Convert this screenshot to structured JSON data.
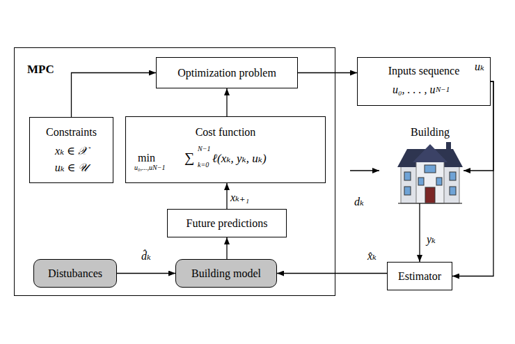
{
  "diagram": {
    "nodes": [
      {
        "text": [
          "MPC"
        ]
      },
      {
        "text": [
          "Optimization problem"
        ],
        "in": 0
      },
      {
        "text": [
          "Constraints",
          "xₖ ∈ 𝒳",
          "uₖ ∈ 𝒰"
        ],
        "in": 0
      },
      {
        "text": [
          "Cost function",
          "min",
          "u₀,...,uN−1",
          "∑",
          "N−1",
          "k=0",
          "ℓ(xₖ, yₖ, uₖ)"
        ],
        "in": 0
      },
      {
        "text": [
          "Future predictions"
        ],
        "in": 0
      },
      {
        "text": [
          "Distubances"
        ],
        "in": 0
      },
      {
        "text": [
          "Building model"
        ],
        "in": 0
      },
      {
        "text": [
          "Inputs sequence",
          "u₀, . . . , u",
          "N−1"
        ]
      },
      {
        "text": [
          "Building"
        ]
      },
      {
        "text": [
          "Estimator"
        ]
      }
    ],
    "edges": [
      {
        "from": 2,
        "to": 1,
        "arrow": "to"
      },
      {
        "from": 3,
        "to": 1,
        "arrow": "to"
      },
      {
        "from": 4,
        "to": 3,
        "label": "xₖ₊₁",
        "arrow": "to"
      },
      {
        "from": 6,
        "to": 4,
        "arrow": "to"
      },
      {
        "from": 5,
        "to": 6,
        "label": "d̂ₖ",
        "arrow": "to"
      },
      {
        "from": 1,
        "to": 7,
        "arrow": "to"
      },
      {
        "from": 7,
        "to": 8,
        "label": "uₖ",
        "arrow": "to"
      },
      {
        "from": 7,
        "to": 9,
        "arrow": "to"
      },
      {
        "from": 8,
        "to": 9,
        "label": "yₖ",
        "arrow": "to"
      },
      {
        "from": 9,
        "to": 6,
        "label": "x̂ₖ",
        "arrow": "to"
      }
    ],
    "labels": [
      "dₖ"
    ]
  }
}
